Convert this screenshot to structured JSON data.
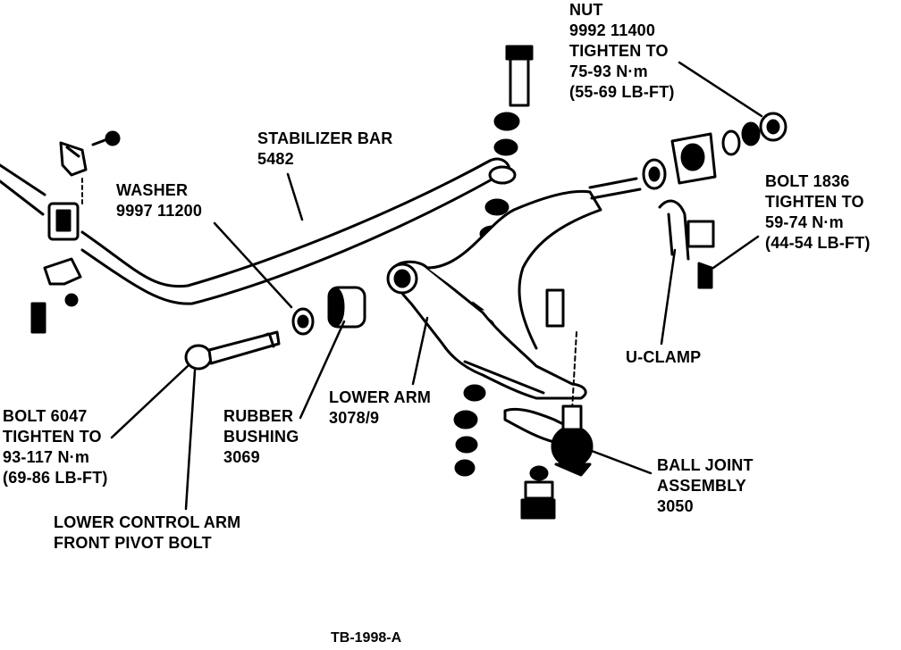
{
  "callouts": {
    "nut": [
      "NUT",
      "9992 11400",
      "TIGHTEN TO",
      "75-93 N·m",
      "(55-69 LB-FT)"
    ],
    "stabilizer_bar": [
      "STABILIZER BAR",
      "5482"
    ],
    "washer": [
      "WASHER",
      "9997 11200"
    ],
    "bolt_1836": [
      "BOLT 1836",
      "TIGHTEN TO",
      "59-74 N·m",
      "(44-54 LB-FT)"
    ],
    "u_clamp": [
      "U-CLAMP"
    ],
    "lower_arm": [
      "LOWER ARM",
      "3078/9"
    ],
    "rubber_bushing": [
      "RUBBER",
      "BUSHING",
      "3069"
    ],
    "bolt_6047": [
      "BOLT 6047",
      "TIGHTEN TO",
      "93-117 N·m",
      "(69-86 LB-FT)"
    ],
    "pivot_bolt": [
      "LOWER CONTROL ARM",
      "FRONT PIVOT BOLT"
    ],
    "ball_joint": [
      "BALL JOINT",
      "ASSEMBLY",
      "3050"
    ]
  },
  "figure_id": "TB-1998-A",
  "colors": {
    "ink": "#000000",
    "paper": "#ffffff"
  }
}
